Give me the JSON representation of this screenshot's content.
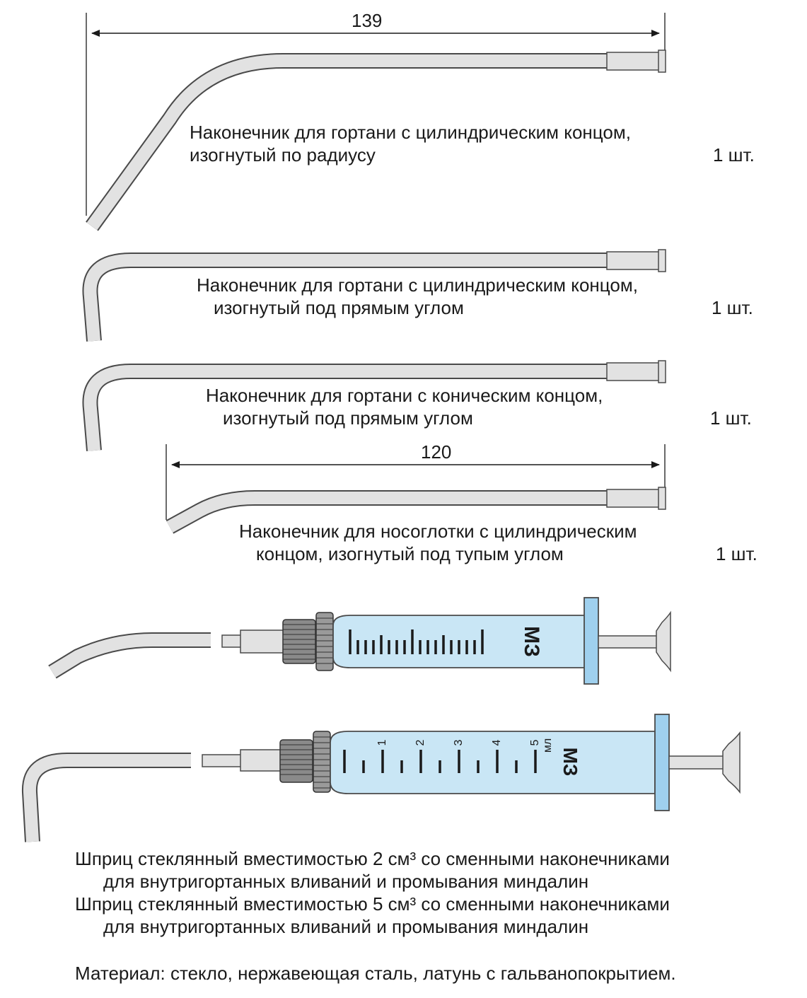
{
  "dimensions": {
    "d1": "139",
    "d2": "120"
  },
  "tips": [
    {
      "line1": "Наконечник для гортани с цилиндрическим концом,",
      "line2": "изогнутый по радиусу",
      "qty": "1 шт."
    },
    {
      "line1": "Наконечник для гортани с цилиндрическим концом,",
      "line2": "изогнутый под прямым углом",
      "qty": "1 шт."
    },
    {
      "line1": "Наконечник для гортани с коническим концом,",
      "line2": "изогнутый под прямым углом",
      "qty": "1 шт."
    },
    {
      "line1": "Наконечник для носоглотки с цилиндрическим",
      "line2": "концом, изогнутый под тупым углом",
      "qty": "1 шт."
    }
  ],
  "syringe_small": {
    "logo": "МЗ"
  },
  "syringe_large": {
    "scale": [
      "1",
      "2",
      "3",
      "4",
      "5"
    ],
    "unit": "мл",
    "logo": "МЗ"
  },
  "description": [
    "Шприц стеклянный вместимостью 2 см³ со сменными наконечниками",
    "для внутригортанных вливаний и промывания миндалин",
    "Шприц стеклянный вместимостью 5 см³ со сменными наконечниками",
    "для внутригортанных вливаний и промывания миндалин"
  ],
  "material": "Материал: стекло, нержавеющая сталь, латунь с гальванопокрытием.",
  "colors": {
    "tube_fill": "#e2e2e2",
    "stroke": "#4a4a4a",
    "barrel_fill": "#c9e6f5",
    "flange_fill": "#9fd0ee",
    "nut_fill": "#7a7a7a",
    "scale_color": "#1a1a1a"
  }
}
